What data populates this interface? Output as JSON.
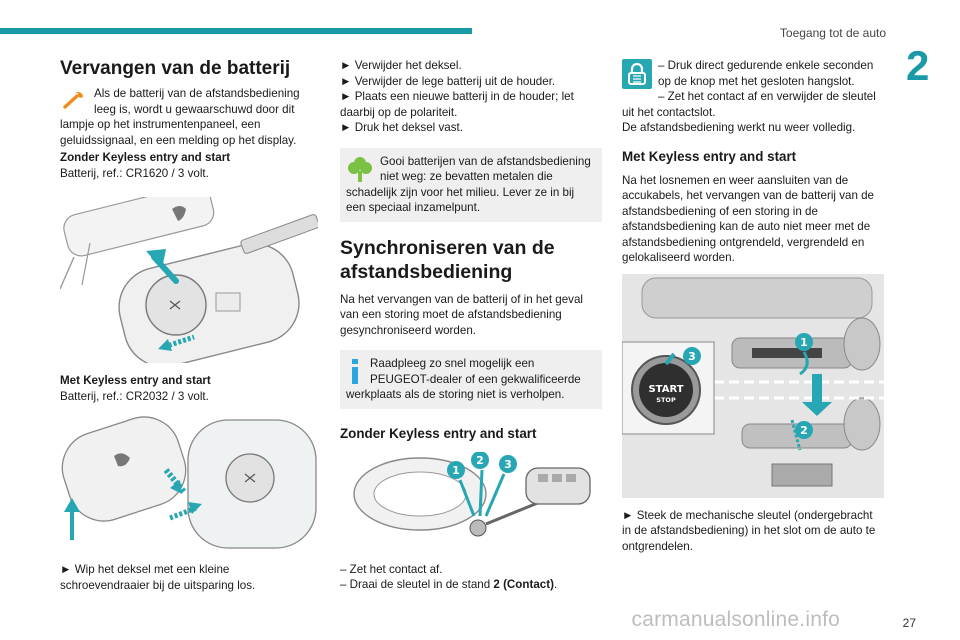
{
  "header": {
    "title": "Toegang tot de auto",
    "chapter": "2"
  },
  "col1": {
    "title": "Vervangen van de batterij",
    "intro": "Als de batterij van de afstandsbediening leeg is, wordt u gewaarschuwd door dit lampje op het instrumentenpaneel, een geluidssignaal, en een melding op het display.",
    "sub1_title": "Zonder Keyless entry and start",
    "sub1_text": "Batterij, ref.: CR1620 / 3 volt.",
    "sub2_title": "Met Keyless entry and start",
    "sub2_text": "Batterij, ref.: CR2032 / 3 volt.",
    "step": "► Wip het deksel met een kleine schroevendraaier bij de uitsparing los."
  },
  "col2": {
    "steps": [
      "► Verwijder het deksel.",
      "► Verwijder de lege batterij uit de houder.",
      "► Plaats een nieuwe batterij in de houder; let daarbij op de polariteit.",
      "► Druk het deksel vast."
    ],
    "eco_note": "Gooi batterijen van de afstandsbediening niet weg: ze bevatten metalen die schadelijk zijn voor het milieu. Lever ze in bij een speciaal inzamelpunt.",
    "sync_title": "Synchroniseren van de afstandsbediening",
    "sync_text": "Na het vervangen van de batterij of in het geval van een storing moet de afstandsbediening gesynchroniseerd worden.",
    "info_note": "Raadpleeg zo snel mogelijk een PEUGEOT-dealer of een gekwalificeerde werkplaats als de storing niet is verholpen.",
    "sub_title": "Zonder Keyless entry and start",
    "after1": "– Zet het contact af.",
    "after2_a": "– Draai de sleutel in de stand ",
    "after2_b": "2 (Contact)",
    "after2_c": "."
  },
  "col3": {
    "lock_text": "– Druk direct gedurende enkele seconden op de knop met het gesloten hangslot.",
    "line2": "– Zet het contact af en verwijder de sleutel uit het contactslot.",
    "line3": "De afstandsbediening werkt nu weer volledig.",
    "sub_title": "Met Keyless entry and start",
    "sub_text": "Na het losnemen en weer aansluiten van de accukabels, het vervangen van de batterij van de afstandsbediening of een storing in de afstandsbediening kan de auto niet meer met de afstandsbediening ontgrendeld, vergrendeld en gelokaliseerd worden.",
    "img_start": "START",
    "img_stop": "STOP",
    "step": "► Steek de mechanische sleutel (ondergebracht in de afstandsbediening) in het slot om de auto te ontgrendelen."
  },
  "footer": {
    "url": "carmanualsonline.info",
    "page": "27"
  },
  "colors": {
    "accent": "#1a9aa6",
    "arrow": "#27a7b3",
    "eco": "#7bc143",
    "note_bg": "#efefef"
  },
  "icons": {
    "warning": "wrench-icon",
    "eco": "tree-icon",
    "info": "info-icon",
    "lock": "padlock-icon"
  }
}
